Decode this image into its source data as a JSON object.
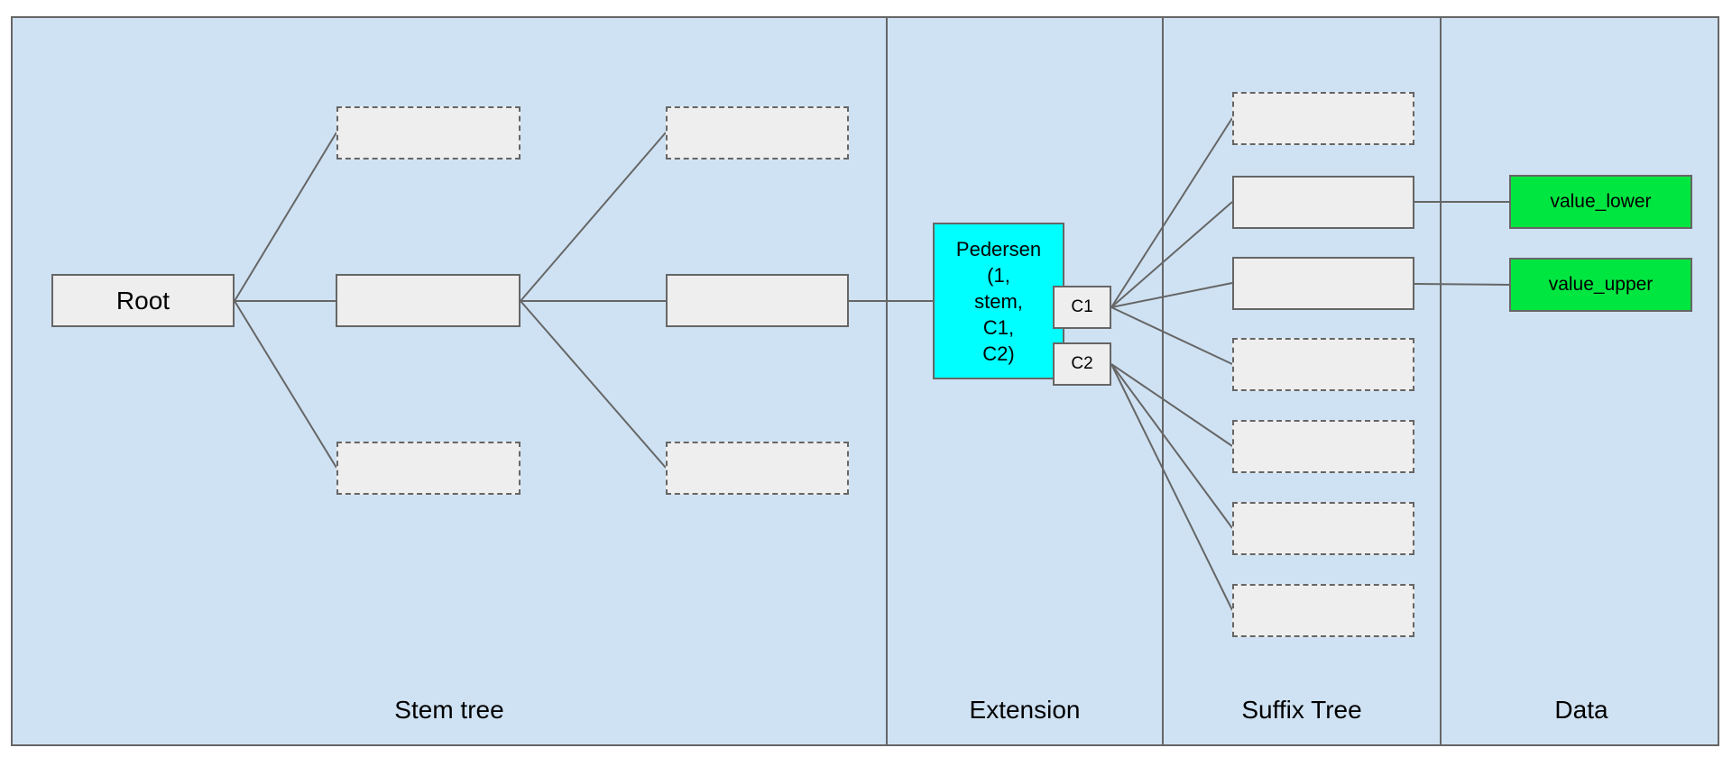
{
  "colors": {
    "canvas_background": "#ffffff",
    "section_fill": "#cfe2f3",
    "border": "#666666",
    "node_fill": "#eeeeee",
    "extension_node_fill": "#00ffff",
    "data_node_fill": "#00e641",
    "text": "#000000"
  },
  "sections": [
    {
      "label": "Stem tree"
    },
    {
      "label": "Extension"
    },
    {
      "label": "Suffix Tree"
    },
    {
      "label": "Data"
    }
  ],
  "nodes": {
    "root": {
      "label": "Root"
    },
    "pedersen": {
      "label": "Pedersen\n(1,\nstem,\nC1,\nC2)"
    },
    "c1": {
      "label": "C1"
    },
    "c2": {
      "label": "C2"
    },
    "value_lower": {
      "label": "value_lower"
    },
    "value_upper": {
      "label": "value_upper"
    }
  }
}
